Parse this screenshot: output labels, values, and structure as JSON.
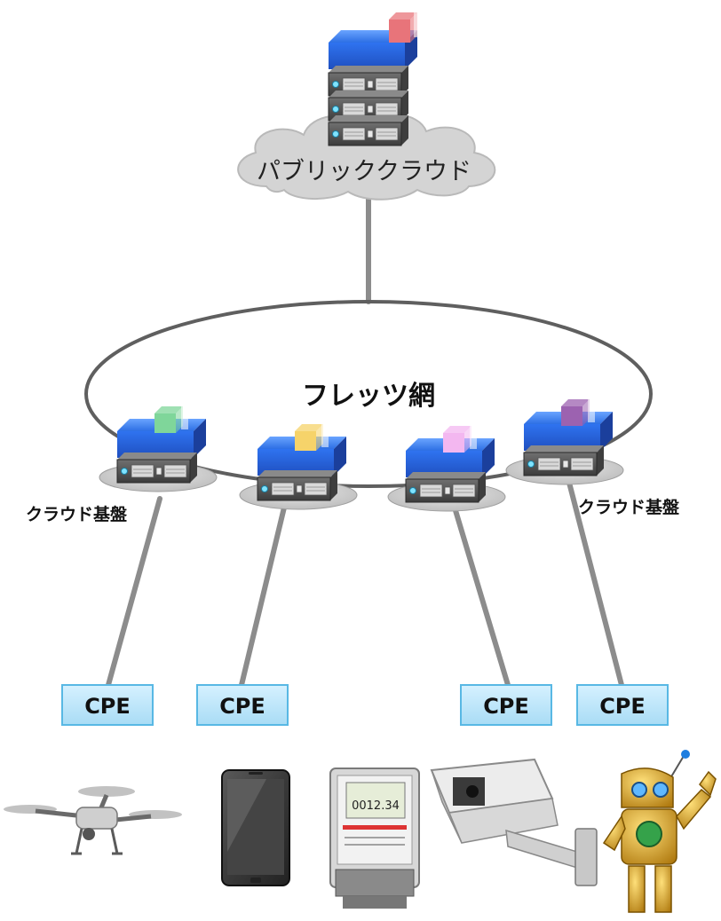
{
  "public_cloud": {
    "label": "パブリッククラウド",
    "module_color": "#e8747a"
  },
  "network": {
    "label": "フレッツ網"
  },
  "cloud_platform_labels": {
    "left": "クラウド基盤",
    "right": "クラウド基盤"
  },
  "edge_modules": [
    {
      "color": "#7fd69a"
    },
    {
      "color": "#f6d36a"
    },
    {
      "color": "#f3b7f0"
    },
    {
      "color": "#9c62b0"
    }
  ],
  "cpe_boxes": [
    "CPE",
    "CPE",
    "CPE",
    "CPE"
  ],
  "devices": [
    {
      "icon": "drone-icon"
    },
    {
      "icon": "smartphone-icon"
    },
    {
      "icon": "smart-meter-icon",
      "display": "0012.34"
    },
    {
      "icon": "security-camera-icon"
    },
    {
      "icon": "robot-icon"
    }
  ]
}
